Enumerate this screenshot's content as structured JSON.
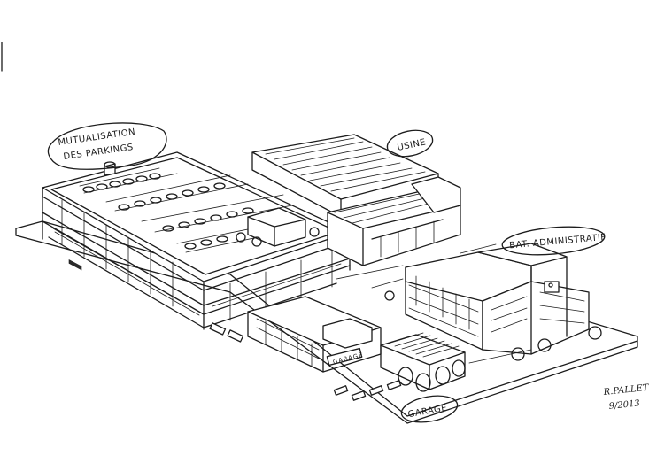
{
  "labels": {
    "parking": [
      "MUTUALISATION",
      "DES PARKINGS"
    ],
    "usine": "USINE",
    "admin": "BAT. ADMINISTRATIF",
    "garage": "GARAGE",
    "garage_sign": "GARAGE"
  },
  "signature": {
    "name": "R.PALLET",
    "date": "9/2013"
  }
}
